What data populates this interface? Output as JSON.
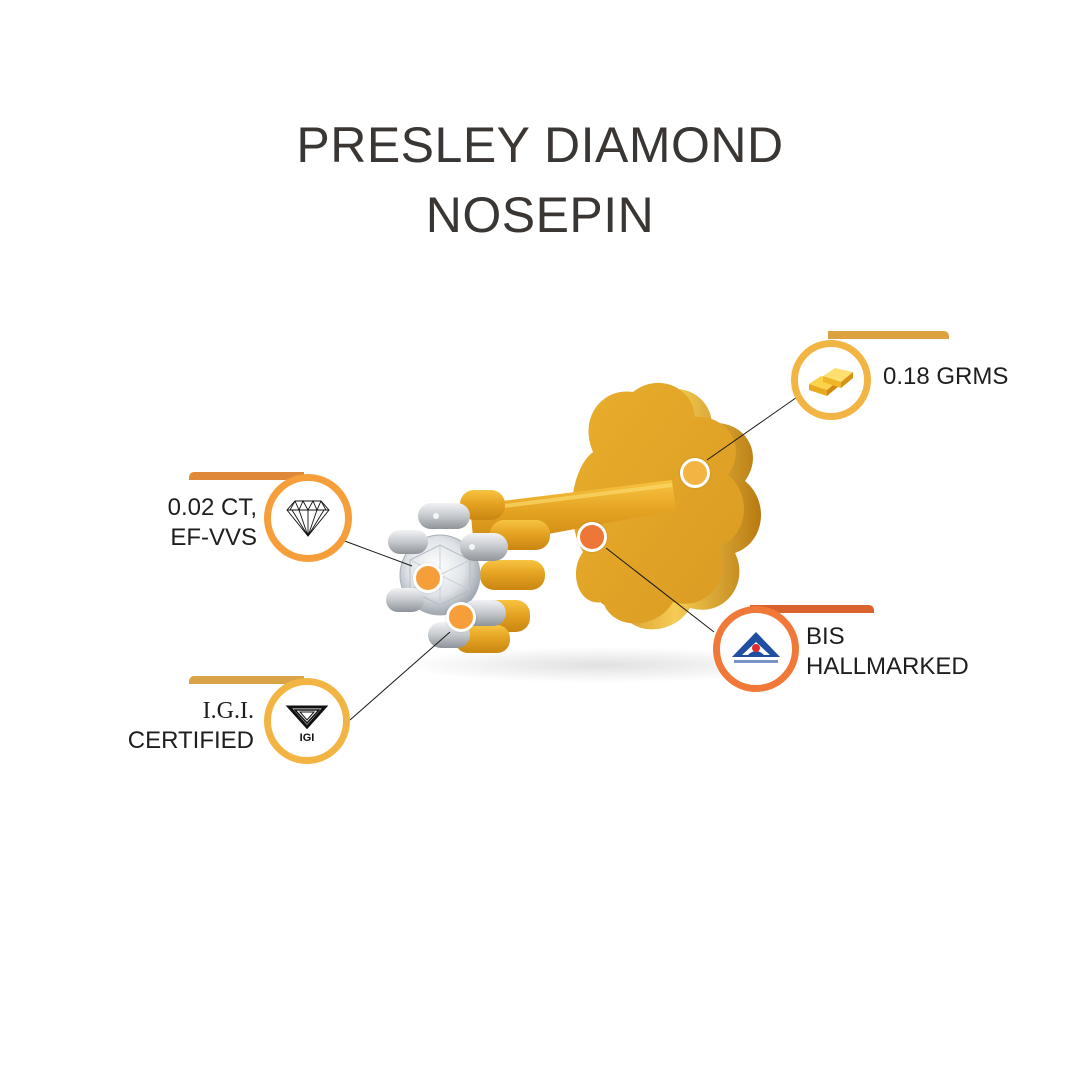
{
  "title": {
    "line1": "PRESLEY DIAMOND",
    "line2": "NOSEPIN"
  },
  "callouts": {
    "weight": {
      "text": "0.18 GRMS",
      "icon": "gold-bars-icon",
      "ring_color": "#f2b544",
      "bar_color": "#dca23f"
    },
    "diamond": {
      "line1": "0.02 CT,",
      "line2": "EF-VVS",
      "icon": "diamond-icon",
      "ring_color": "#f59e3a",
      "bar_color": "#e0883a"
    },
    "certification": {
      "line1": "I.G.I.",
      "line2": "CERTIFIED",
      "icon": "igi-logo-icon",
      "icon_text": "IGI",
      "ring_color": "#f2b544",
      "bar_color": "#d9a347"
    },
    "hallmark": {
      "line1": "BIS",
      "line2": "HALLMARKED",
      "icon": "bis-logo-icon",
      "ring_color": "#f07838",
      "bar_color": "#d9622f"
    }
  },
  "colors": {
    "gold": "#e8a724",
    "gold_dark": "#c9861a",
    "silver": "#c9cdd2",
    "text": "#3a3634"
  }
}
